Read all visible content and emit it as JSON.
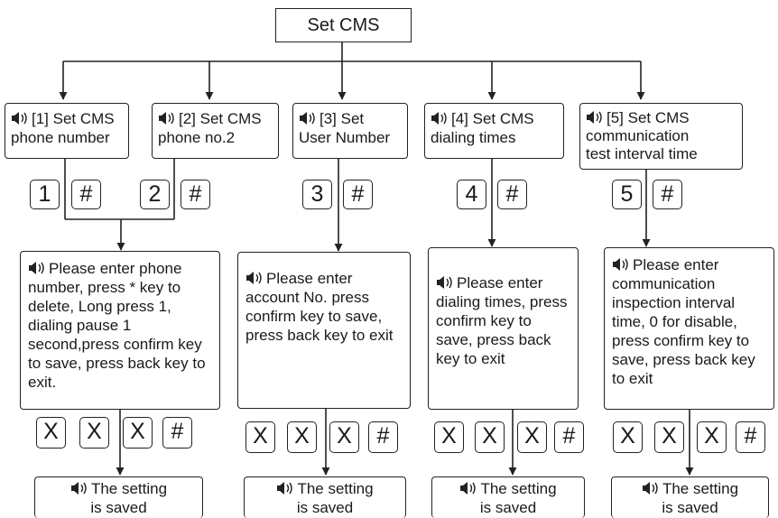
{
  "title": "Set CMS",
  "steps": [
    {
      "label": "[1] Set CMS\nphone number"
    },
    {
      "label": "[2] Set CMS\nphone no.2"
    },
    {
      "label": "[3] Set\nUser Number"
    },
    {
      "label": "[4] Set CMS\ndialing times"
    },
    {
      "label": "[5] Set CMS\ncommunication\ntest interval time"
    }
  ],
  "shortcut_keys": [
    "1",
    "#",
    "2",
    "#",
    "3",
    "#",
    "4",
    "#",
    "5",
    "#"
  ],
  "prompts": [
    {
      "text": "Please enter phone number, press * key to delete, Long press 1, dialing pause 1 second,press confirm key to save, press back key to exit."
    },
    {
      "text": "Please enter\naccount No. press confirm key to save, press back key to exit"
    },
    {
      "text": "Please enter dialing times, press confirm key to save, press back key to exit"
    },
    {
      "text": "Please enter communication inspection interval time, 0 for disable, press confirm key to save, press back key to exit"
    }
  ],
  "entry_keys": [
    "X",
    "X",
    "X",
    "#"
  ],
  "saved_text": "The setting\nis saved",
  "icon": "speaker-icon"
}
